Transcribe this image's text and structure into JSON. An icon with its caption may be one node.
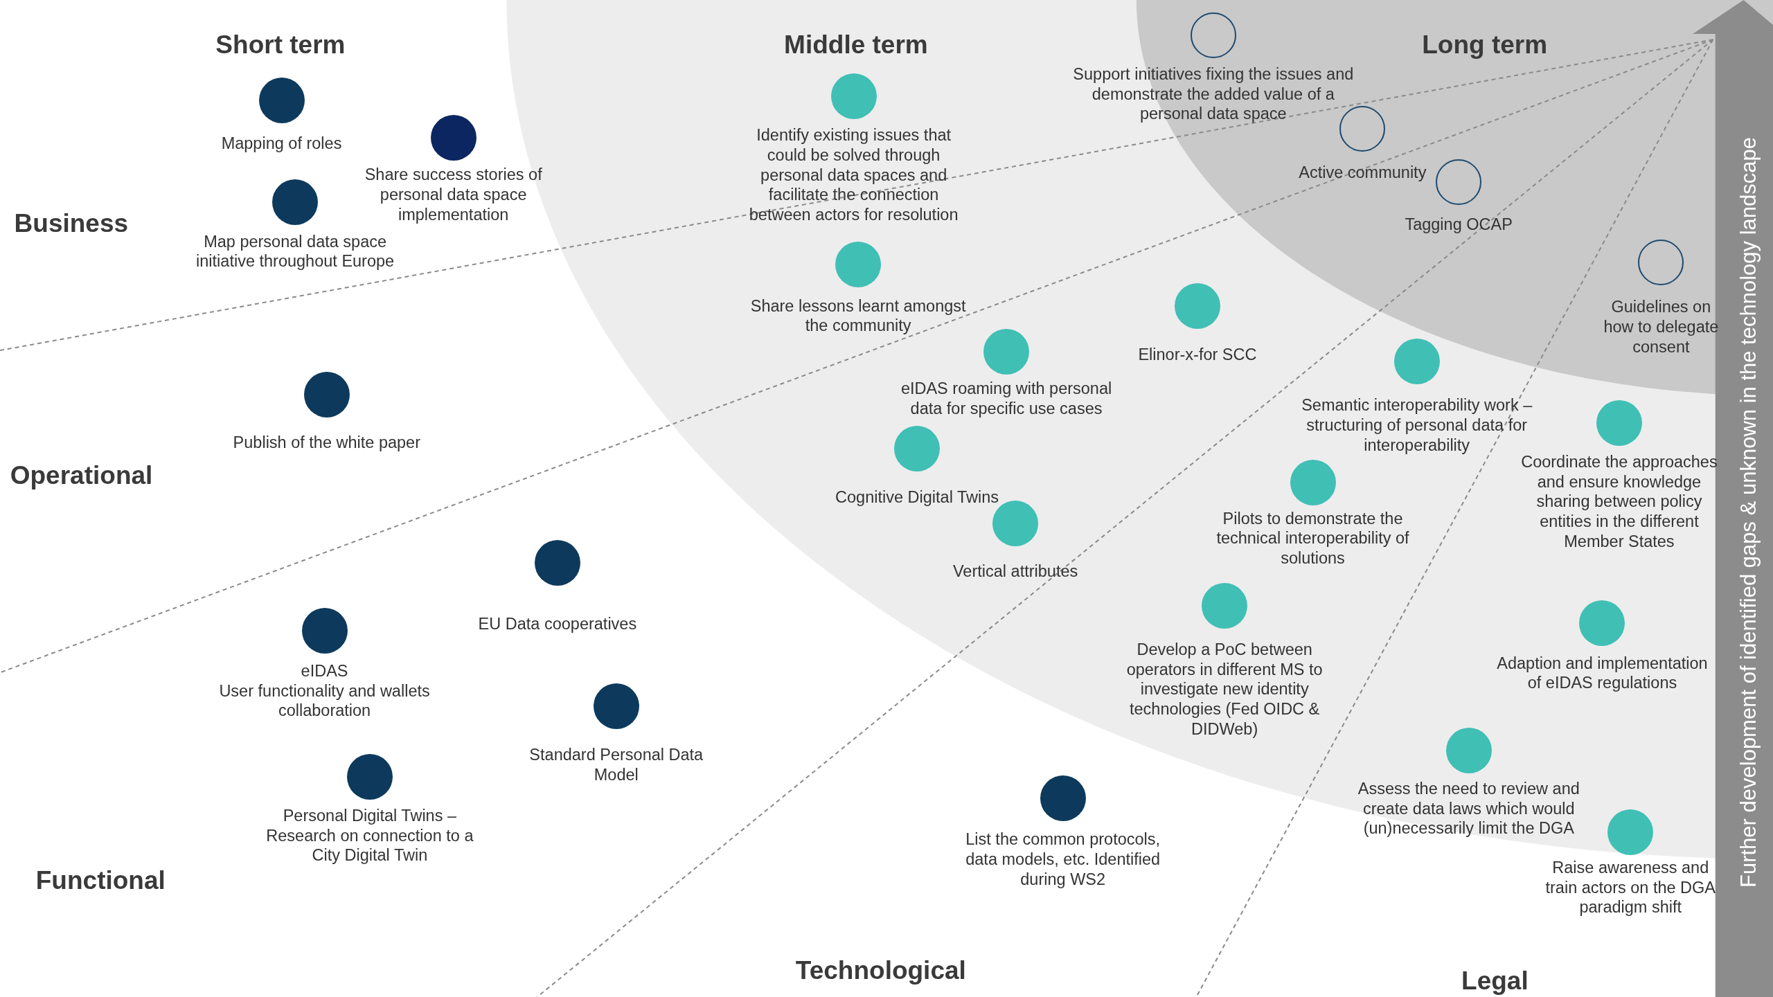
{
  "diagram": {
    "nodes": [
      {
        "text": [
          "Mapping of roles"
        ]
      },
      {
        "text": [
          "Share success stories of personal data space implementation"
        ]
      },
      {
        "text": [
          "Map personal data space initiative throughout Europe"
        ]
      },
      {
        "text": [
          "Publish of the white paper"
        ]
      },
      {
        "text": [
          "EU Data cooperatives"
        ]
      },
      {
        "text": [
          "eIDAS",
          "User functionality and wallets collaboration"
        ]
      },
      {
        "text": [
          "Standard Personal Data Model"
        ]
      },
      {
        "text": [
          "Personal Digital Twins – Research on connection to a City Digital Twin"
        ]
      },
      {
        "text": [
          "List the common protocols, data models, etc. Identified during WS2"
        ]
      },
      {
        "text": [
          "Identify existing issues that could be solved through personal data spaces and facilitate the connection between actors for resolution"
        ]
      },
      {
        "text": [
          "Share lessons learnt amongst the community"
        ]
      },
      {
        "text": [
          "eIDAS roaming with personal data for specific use cases"
        ]
      },
      {
        "text": [
          "Elinor-x-for SCC"
        ]
      },
      {
        "text": [
          "Cognitive Digital Twins"
        ]
      },
      {
        "text": [
          "Vertical attributes"
        ]
      },
      {
        "text": [
          "Semantic interoperability work – structuring of personal data for interoperability"
        ]
      },
      {
        "text": [
          "Pilots to demonstrate the technical interoperability of solutions"
        ]
      },
      {
        "text": [
          "Develop a PoC between operators in different MS to investigate new identity technologies (Fed OIDC & DIDWeb)"
        ]
      },
      {
        "text": [
          "Coordinate the approaches and ensure knowledge sharing between policy entities in the different Member States"
        ]
      },
      {
        "text": [
          "Adaption and implementation of eIDAS regulations"
        ]
      },
      {
        "text": [
          "Assess the need to review and create data laws which would (un)necessarily limit the DGA"
        ]
      },
      {
        "text": [
          "Raise awareness and train actors on the DGA paradigm shift"
        ]
      },
      {
        "text": [
          "Support initiatives fixing the issues and demonstrate the added value of a personal data space"
        ]
      },
      {
        "text": [
          "Active community"
        ]
      },
      {
        "text": [
          "Tagging OCAP"
        ]
      },
      {
        "text": [
          "Guidelines on how to delegate consent"
        ]
      }
    ],
    "labels": [
      "Short term",
      "Middle term",
      "Long term",
      "Business",
      "Operational",
      "Functional",
      "Technological",
      "Legal",
      "Further development of identified gaps & unknown in the technology landscape"
    ]
  }
}
